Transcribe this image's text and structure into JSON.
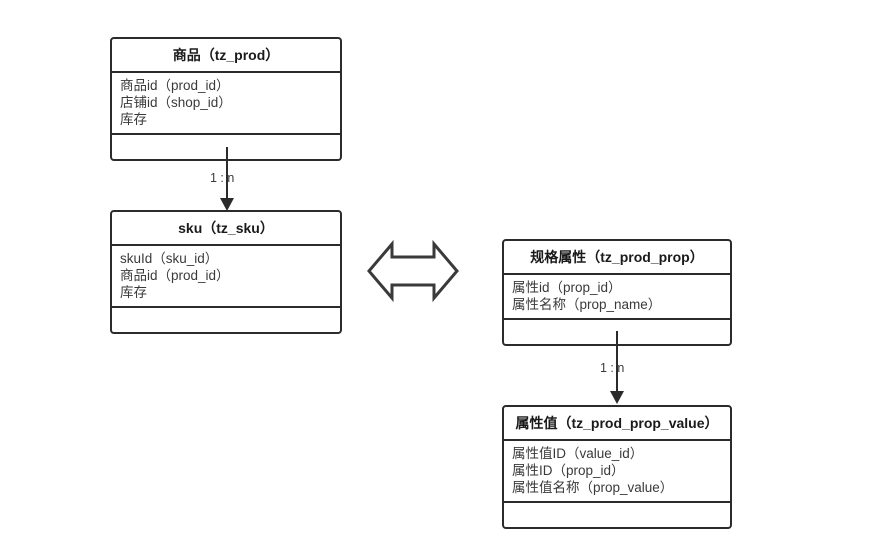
{
  "diagram": {
    "type": "er-class-diagram",
    "background": "#ffffff",
    "stroke_color": "#2b2b2b",
    "text_color": "#3a3a3a",
    "entities": [
      {
        "id": "tz_prod",
        "title": "商品（tz_prod）",
        "attributes": [
          "商品id（prod_id）",
          "店铺id（shop_id）",
          "库存"
        ],
        "methods": []
      },
      {
        "id": "tz_sku",
        "title": "sku（tz_sku）",
        "attributes": [
          "skuId（sku_id）",
          "商品id（prod_id）",
          "库存"
        ],
        "methods": []
      },
      {
        "id": "tz_prod_prop",
        "title": "规格属性（tz_prod_prop）",
        "attributes": [
          "属性id（prop_id）",
          "属性名称（prop_name）"
        ],
        "methods": []
      },
      {
        "id": "tz_prod_prop_value",
        "title": "属性值（tz_prod_prop_value）",
        "attributes": [
          "属性值ID（value_id）",
          "属性ID（prop_id）",
          "属性值名称（prop_value）"
        ],
        "methods": []
      }
    ],
    "relations": [
      {
        "id": "prod-to-sku",
        "from": "tz_prod",
        "to": "tz_sku",
        "label": "1 : n"
      },
      {
        "id": "prop-to-prop-value",
        "from": "tz_prod_prop",
        "to": "tz_prod_prop_value",
        "label": "1 : n"
      }
    ],
    "connectors": [
      {
        "id": "sku-to-prop-bidirectional",
        "shape": "double-headed-arrow",
        "label": ""
      }
    ]
  }
}
